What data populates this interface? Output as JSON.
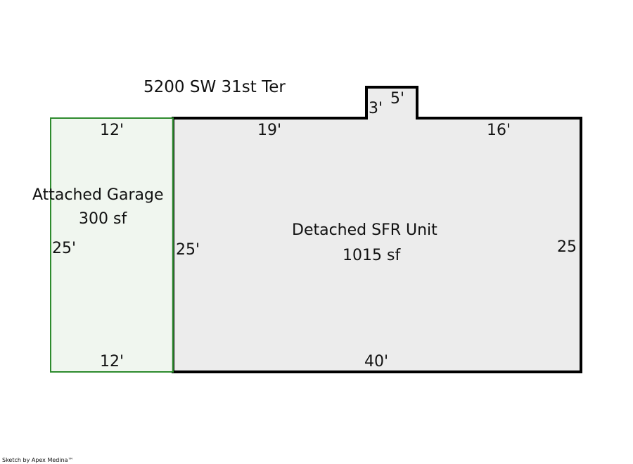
{
  "address": "5200 SW 31st Ter",
  "garage": {
    "name": "Attached Garage",
    "area": "300 sf",
    "dims": {
      "top": "12'",
      "bottom": "12'",
      "left": "25'"
    },
    "fill": "#edf5ec",
    "stroke": "#2e8b2e"
  },
  "house": {
    "name": "Detached SFR Unit",
    "area": "1015 sf",
    "dims": {
      "top_left": "19'",
      "bump_height": "3'",
      "bump_width": "5'",
      "top_right": "16'",
      "left": "25'",
      "right": "25",
      "bottom": "40'"
    },
    "fill": "#ececec",
    "stroke": "#000000"
  },
  "footer": "Sketch by Apex Medina™"
}
